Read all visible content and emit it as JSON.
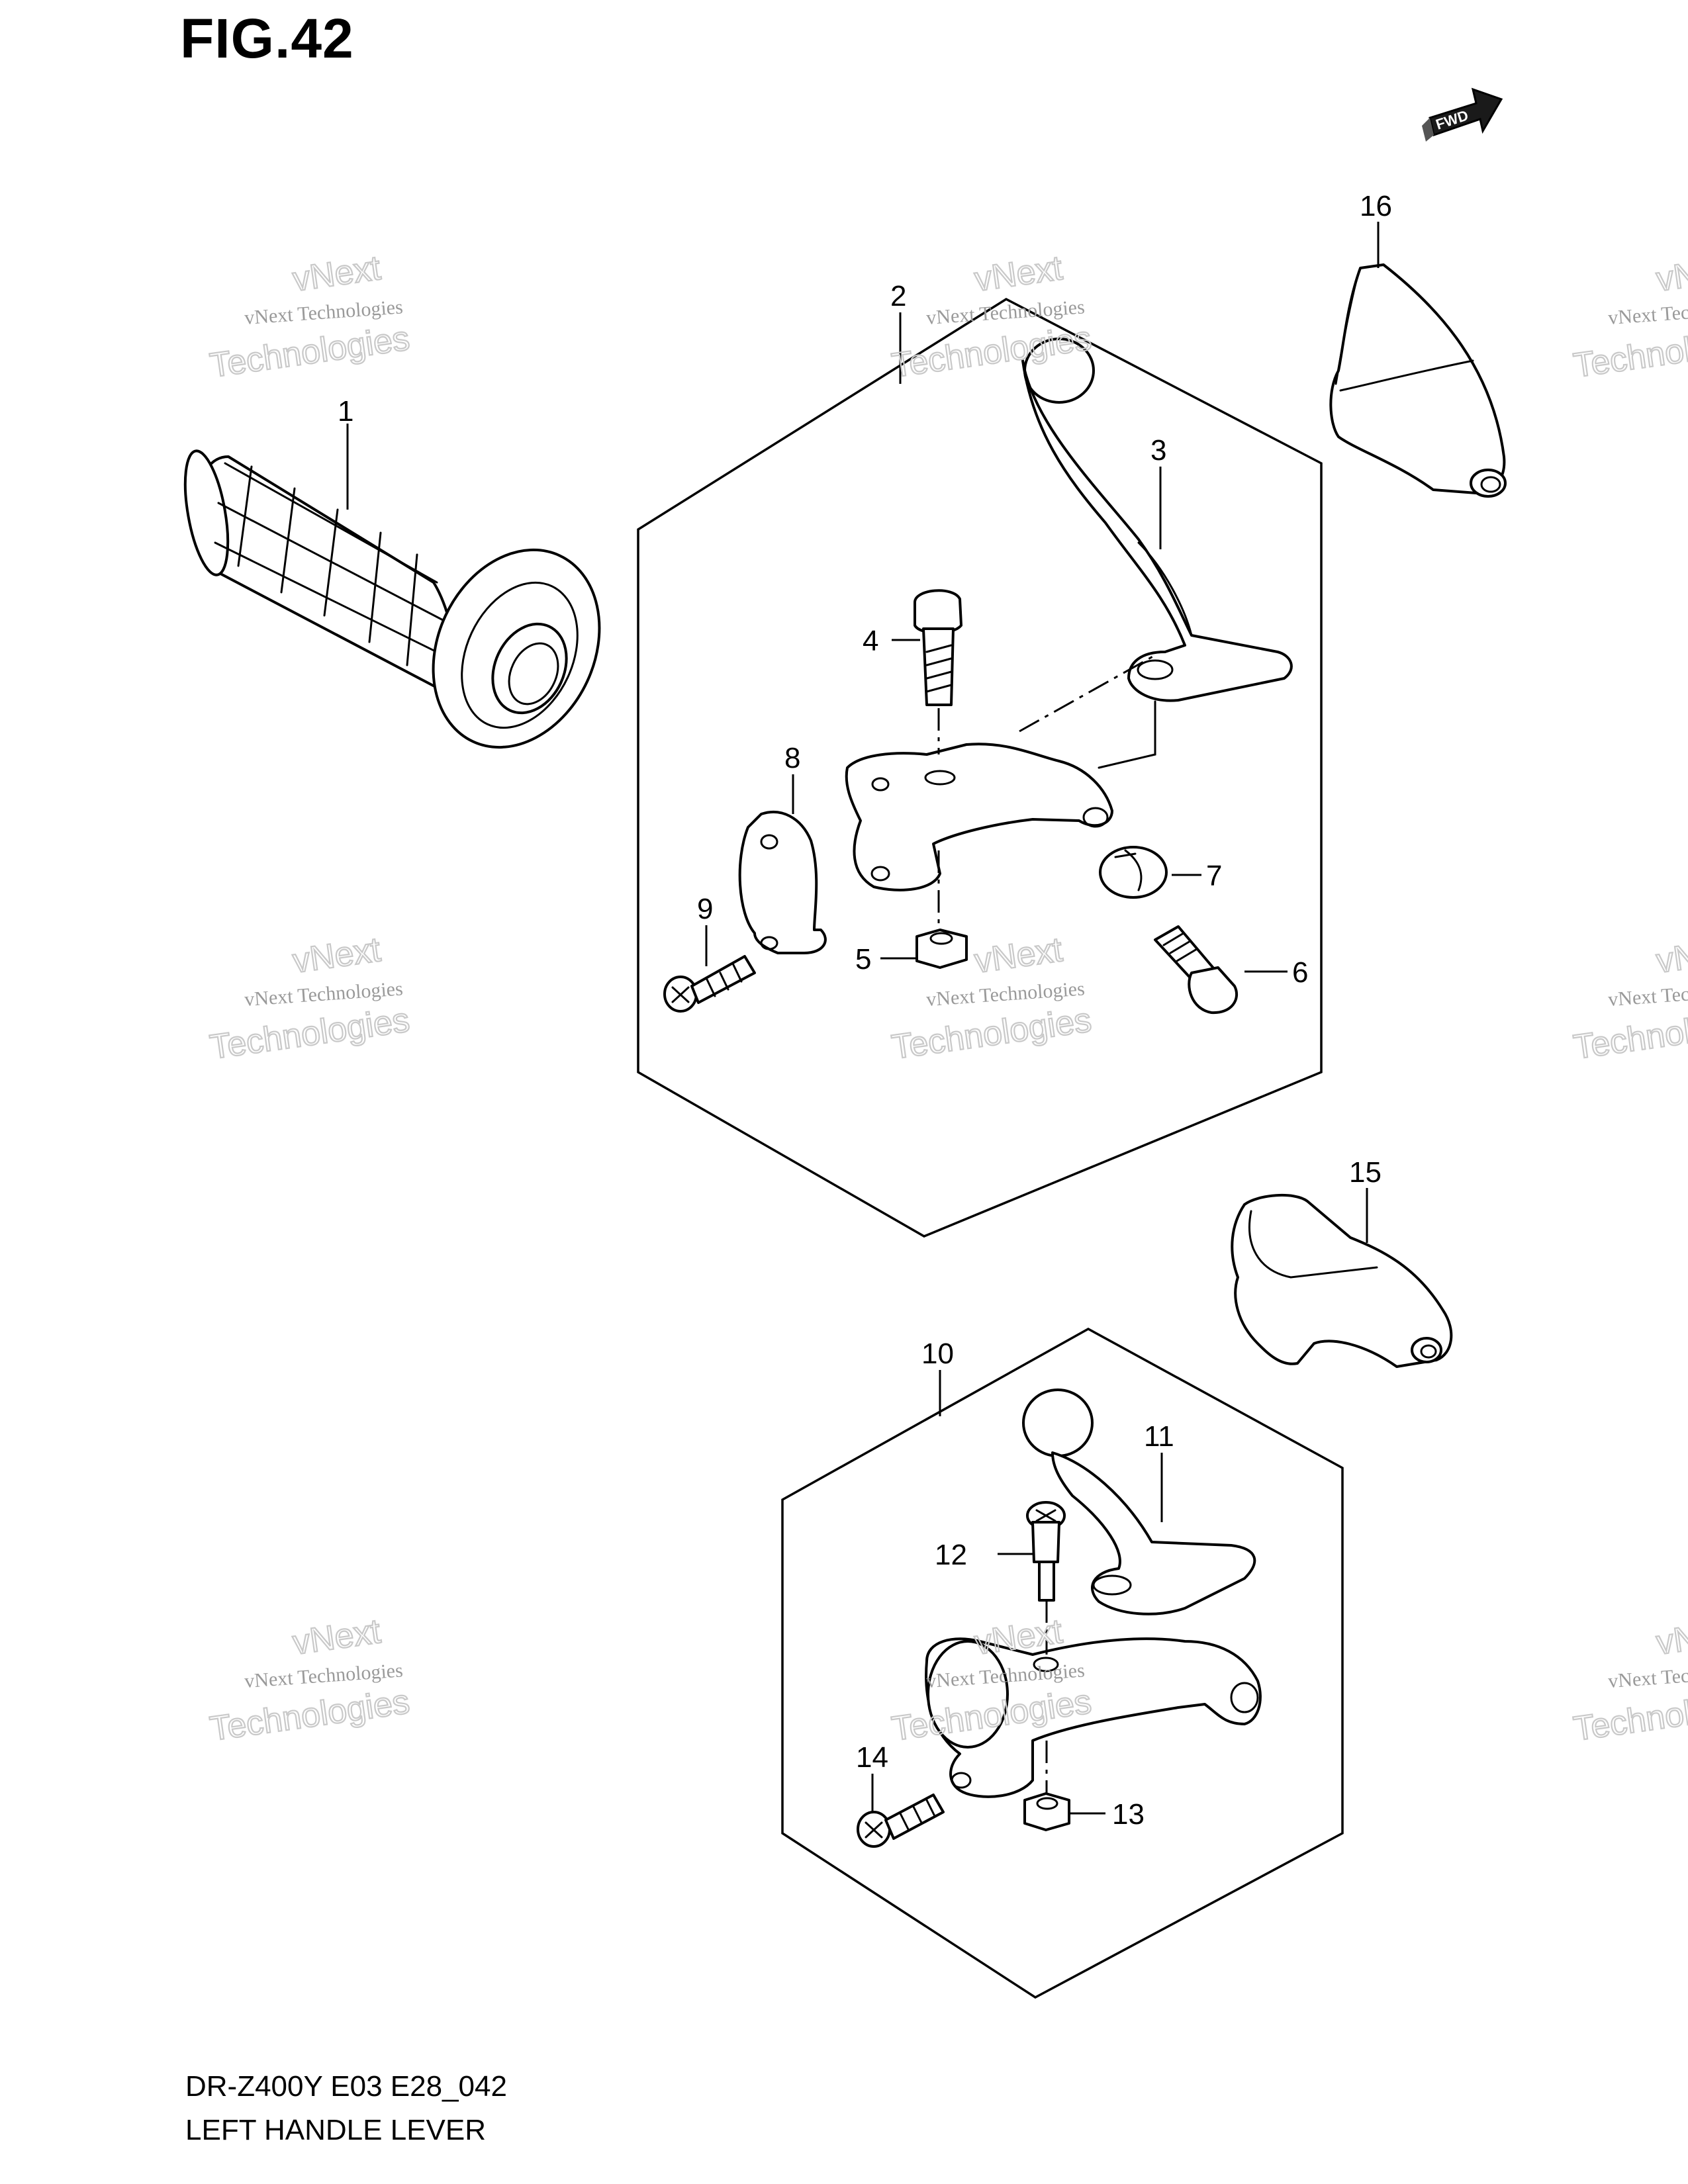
{
  "figure": {
    "title": "FIG.42",
    "model_code": "DR-Z400Y E03 E28_042",
    "name": "LEFT HANDLE LEVER",
    "fwd_label": "FWD"
  },
  "callouts": [
    "1",
    "2",
    "3",
    "4",
    "5",
    "6",
    "7",
    "8",
    "9",
    "10",
    "11",
    "12",
    "13",
    "14",
    "15",
    "16"
  ],
  "watermark": {
    "line1": "vNext",
    "line2": "vNext Technologies",
    "line3": "Technologies"
  }
}
